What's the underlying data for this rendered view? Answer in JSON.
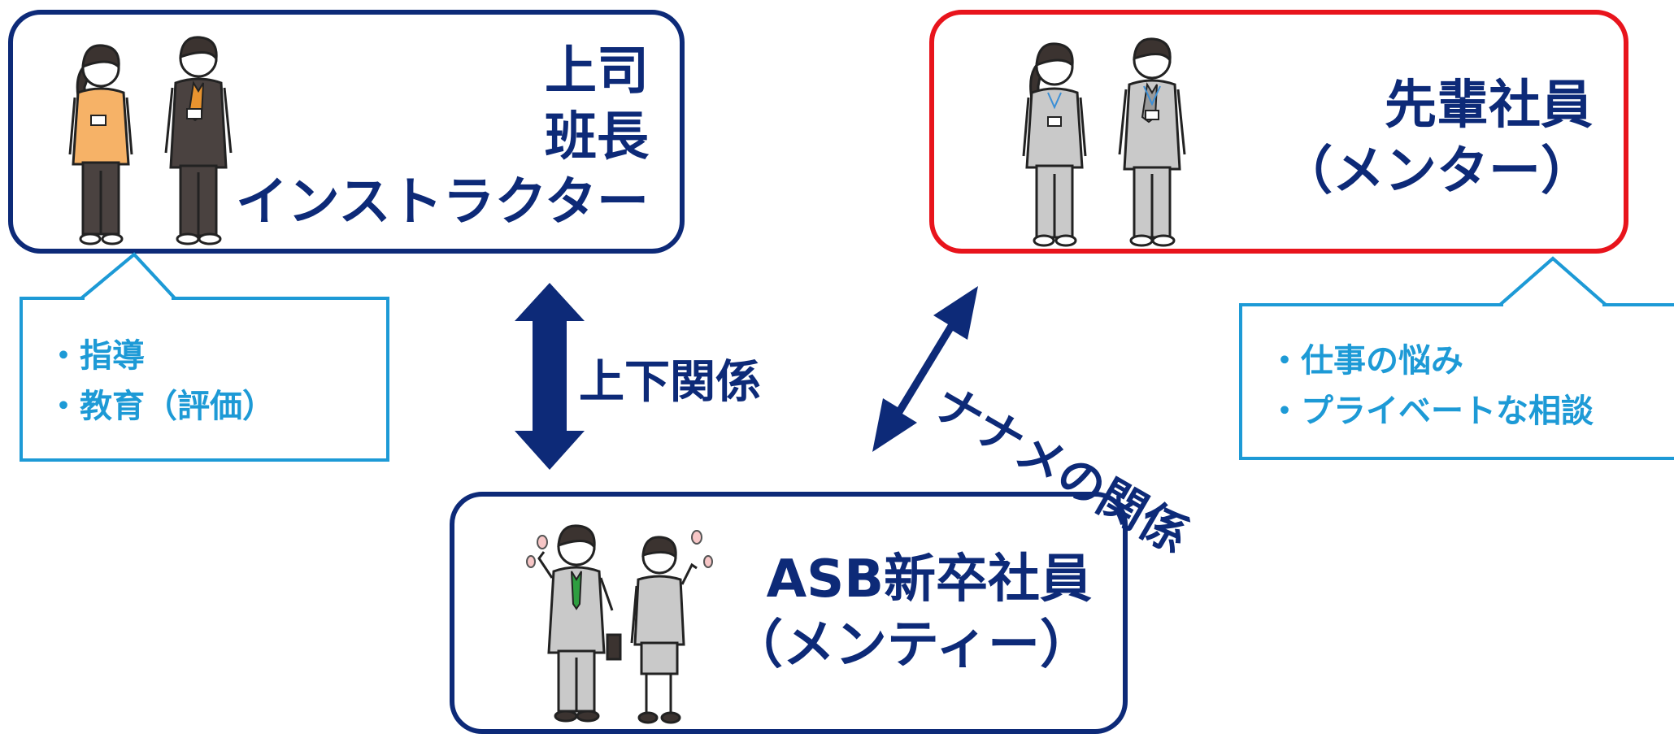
{
  "boss": {
    "title_lines": [
      "上司",
      "班長",
      "インストラクター"
    ],
    "callout_lines": [
      "・指導",
      "・教育（評価）"
    ]
  },
  "senior": {
    "title_lines": [
      "先輩社員",
      "（メンター）"
    ],
    "callout_lines": [
      "・仕事の悩み",
      "・プライベートな相談"
    ]
  },
  "newbie": {
    "title_lines": [
      "ASB新卒社員",
      "（メンティー）"
    ]
  },
  "relations": {
    "vertical_label": "上下関係",
    "diagonal_label": "ナナメの関係"
  },
  "colors": {
    "navy": "#0d2a78",
    "red": "#e8141c",
    "light_blue": "#1d9ad6"
  }
}
